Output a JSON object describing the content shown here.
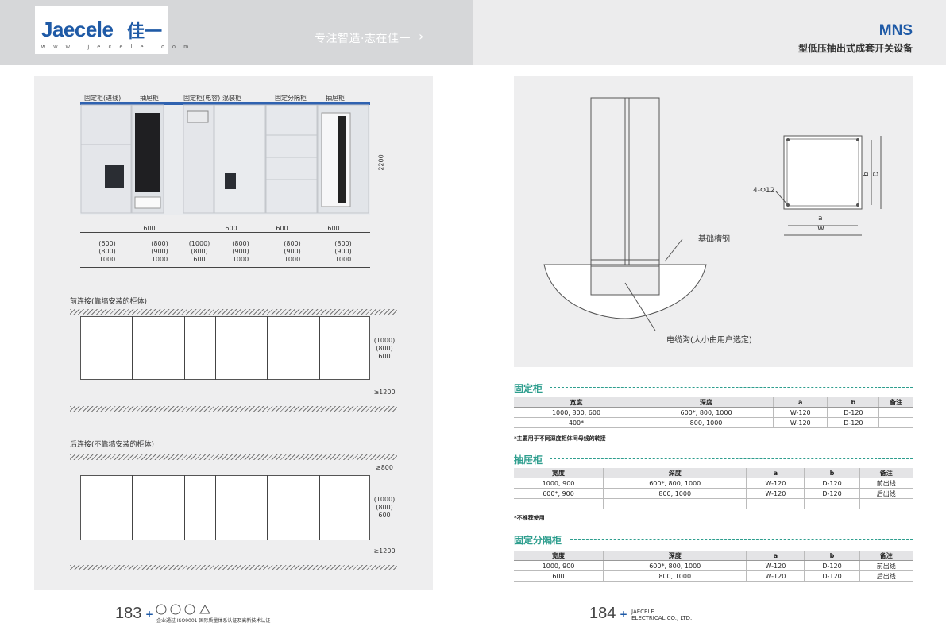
{
  "header": {
    "logo_text": "Jaecele",
    "logo_cn": "佳一",
    "logo_url": "w w w . j e c e l e . c o m",
    "slogan": "专注智造·志在佳一",
    "model": "MNS",
    "subtitle": "型低压抽出式成套开关设备"
  },
  "left_figure": {
    "cabinet_labels": [
      "固定柜(进线)",
      "抽屉柜",
      "固定柜(电容)",
      "混装柜",
      "固定分隔柜",
      "抽屉柜"
    ],
    "height_dim": "2200",
    "widths_top": [
      "600",
      "600",
      "600",
      "600"
    ],
    "width_cols": [
      [
        "(600)",
        "(800)",
        "1000"
      ],
      [
        "(800)",
        "(900)",
        "1000"
      ],
      [
        "(1000)",
        "(800)",
        "600"
      ],
      [
        "(800)",
        "(900)",
        "1000"
      ],
      [
        "(800)",
        "(900)",
        "1000"
      ],
      [
        "(800)",
        "(900)",
        "1000"
      ]
    ]
  },
  "front_conn": {
    "title": "前连接(靠墙安装的柜体)",
    "depth": [
      "(1000)",
      "(800)",
      "600"
    ],
    "clearance": "≥1200"
  },
  "rear_conn": {
    "title": "后连接(不靠墙安装的柜体)",
    "rear_clearance": "≥800",
    "depth": [
      "(1000)",
      "(800)",
      "600"
    ],
    "clearance": "≥1200"
  },
  "right_figure": {
    "hole_label": "4-Φ12",
    "dim_a": "a",
    "dim_w": "W",
    "dim_b": "b",
    "dim_d": "D",
    "channel_label": "基础槽钢",
    "trench_label": "电缆沟(大小由用户选定)"
  },
  "tables": [
    {
      "title": "固定柜",
      "headers": [
        "宽度",
        "深度",
        "a",
        "b",
        "备注"
      ],
      "rows": [
        [
          "1000, 800, 600",
          "600*, 800, 1000",
          "W-120",
          "D-120",
          ""
        ],
        [
          "400*",
          "800, 1000",
          "W-120",
          "D-120",
          ""
        ]
      ],
      "note": "*主要用于不同深度柜体间母线的转接"
    },
    {
      "title": "抽屉柜",
      "headers": [
        "宽度",
        "深度",
        "a",
        "b",
        "备注"
      ],
      "rows": [
        [
          "1000, 900",
          "600*, 800, 1000",
          "W-120",
          "D-120",
          "前出线"
        ],
        [
          "600*, 900",
          "800, 1000",
          "W-120",
          "D-120",
          "后出线"
        ],
        [
          "",
          "",
          "",
          "",
          ""
        ]
      ],
      "note": "*不推荐使用"
    },
    {
      "title": "固定分隔柜",
      "headers": [
        "宽度",
        "深度",
        "a",
        "b",
        "备注"
      ],
      "rows": [
        [
          "1000, 900",
          "600*, 800, 1000",
          "W-120",
          "D-120",
          "前出线"
        ],
        [
          "600",
          "800, 1000",
          "W-120",
          "D-120",
          "后出线"
        ]
      ],
      "note": ""
    }
  ],
  "footer": {
    "left_page": "183",
    "left_cert": "企业通过 ISO9001 国际质量体系认证及高新技术认证",
    "right_page": "184",
    "company_line1": "JAECELE",
    "company_line2": "ELECTRICAL CO., LTD."
  },
  "colors": {
    "brand": "#1f5aa6",
    "accent": "#2e9e8e"
  }
}
